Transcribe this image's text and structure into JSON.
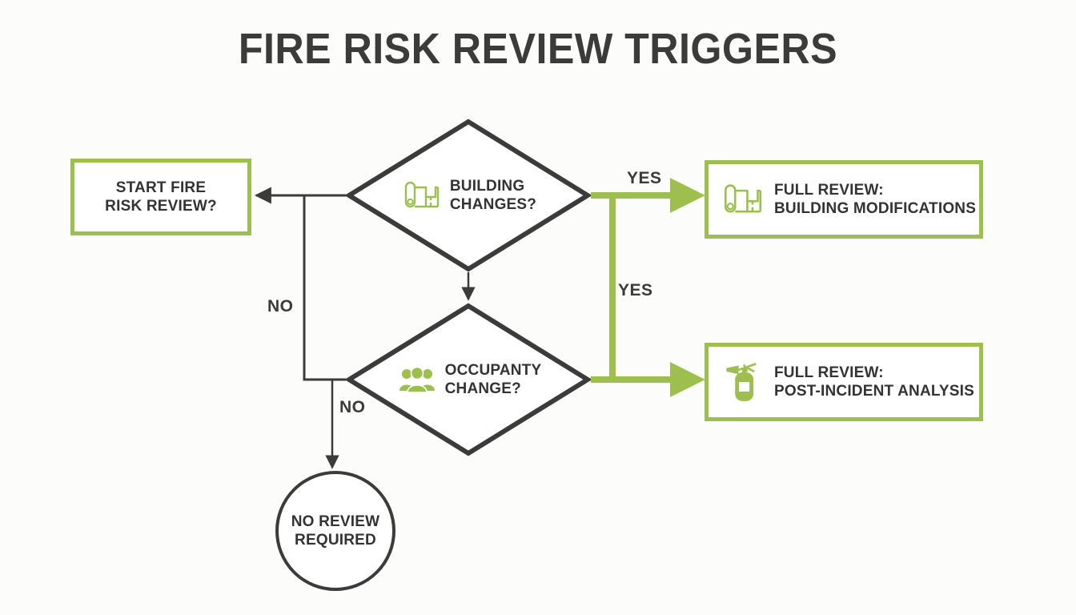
{
  "title": "FIRE RISK REVIEW TRIGGERS",
  "colors": {
    "green": "#9cbf4e",
    "dark": "#3b3b3b",
    "background": "#fcfcfa"
  },
  "nodes": {
    "start": {
      "label": "START FIRE\nRISK REVIEW?",
      "shape": "rectangle"
    },
    "decision_building": {
      "label": "BUILDING\nCHANGES?",
      "shape": "diamond",
      "icon": "blueprint-icon"
    },
    "decision_occupancy": {
      "label": "OCCUPANTY\nCHANGE?",
      "shape": "diamond",
      "icon": "people-group-icon"
    },
    "outcome_building": {
      "label": "FULL REVIEW:\nBUILDING MODIFICATIONS",
      "shape": "rectangle",
      "icon": "blueprint-icon"
    },
    "outcome_incident": {
      "label": "FULL REVIEW:\nPOST-INCIDENT ANALYSIS",
      "shape": "rectangle",
      "icon": "fire-extinguisher-icon"
    },
    "no_review": {
      "label": "NO REVIEW\nREQUIRED",
      "shape": "circle"
    }
  },
  "edges": {
    "yes_building": "YES",
    "yes_occupancy": "YES",
    "no_building": "NO",
    "no_occupancy": "NO"
  }
}
